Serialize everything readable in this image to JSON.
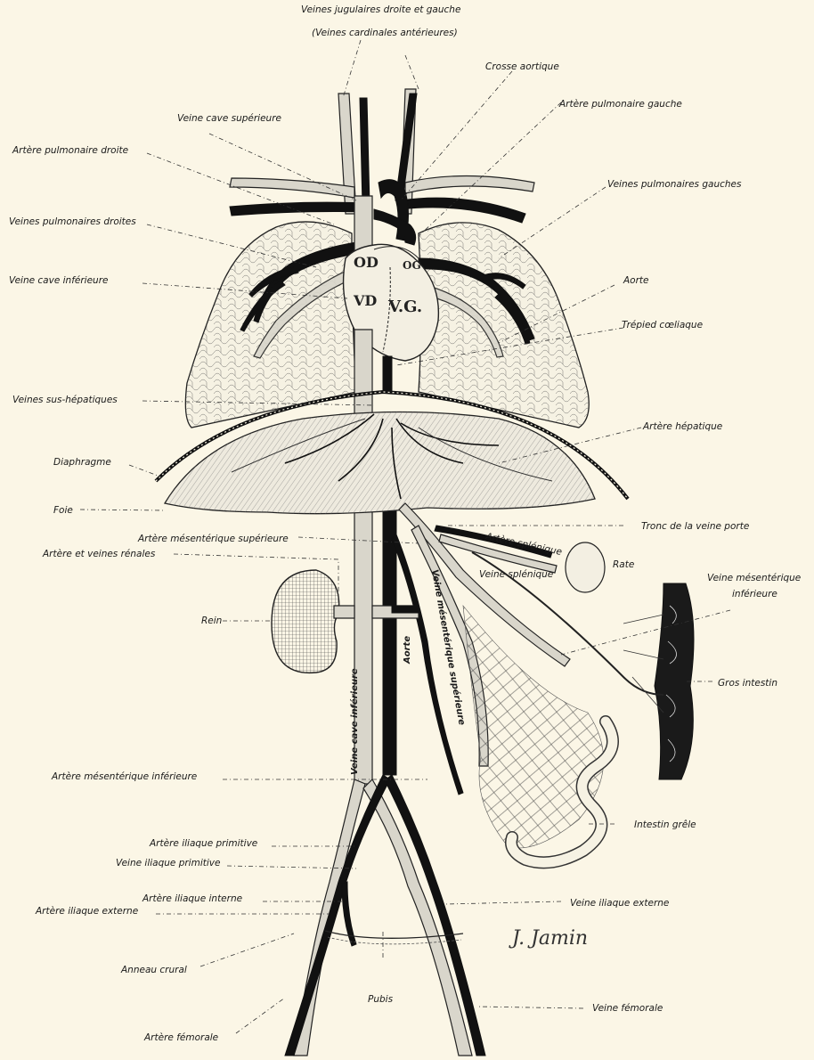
{
  "labels": {
    "jugulaires": "Veines jugulaires droite et gauche",
    "cardinales": "(Veines cardinales antérieures)",
    "crosse": "Crosse aortique",
    "art_pulm_gauche": "Artère pulmonaire gauche",
    "veine_cave_sup": "Veine cave supérieure",
    "art_pulm_droite": "Artère pulmonaire droite",
    "veines_pulm_gauches": "Veines pulmonaires gauches",
    "veines_pulm_droites": "Veines pulmonaires droites",
    "veine_cave_inf": "Veine cave inférieure",
    "aorte_top": "Aorte",
    "trepied": "Trépied cœliaque",
    "sus_hepatiques": "Veines sus-hépatiques",
    "art_hepatique": "Artère hépatique",
    "diaphragme": "Diaphragme",
    "foie": "Foie",
    "tronc_porte": "Tronc de la veine porte",
    "art_mes_sup": "Artère mésentérique supérieure",
    "art_veines_renales": "Artère et veines rénales",
    "art_splenique": "Artère splénique",
    "rate": "Rate",
    "veine_splenique": "Veine splénique",
    "veine_mes_inf_1": "Veine mésentérique",
    "veine_mes_inf_2": "inférieure",
    "rein": "Rein",
    "gros_intestin": "Gros intestin",
    "veine_cave_inf_vert": "Veine cave inférieure",
    "aorte_vert": "Aorte",
    "veine_mes_sup_vert": "Veine mésentérique supérieure",
    "art_mes_inf": "Artère mésentérique inférieure",
    "intestin_grele": "Intestin grêle",
    "art_iliaque_prim": "Artère iliaque primitive",
    "veine_iliaque_prim": "Veine iliaque primitive",
    "art_iliaque_int": "Artère iliaque interne",
    "art_iliaque_ext": "Artère iliaque externe",
    "veine_iliaque_ext": "Veine iliaque externe",
    "anneau": "Anneau crural",
    "pubis": "Pubis",
    "veine_femorale": "Veine fémorale",
    "art_femorale": "Artère fémorale"
  },
  "heart": {
    "od": "OD",
    "og": "OG",
    "vd": "VD",
    "vg": "V.G."
  },
  "signature": "J. Jamin",
  "colors": {
    "paper": "#fbf6e6",
    "artery": "#111111",
    "vein": "#d9d6cb"
  }
}
